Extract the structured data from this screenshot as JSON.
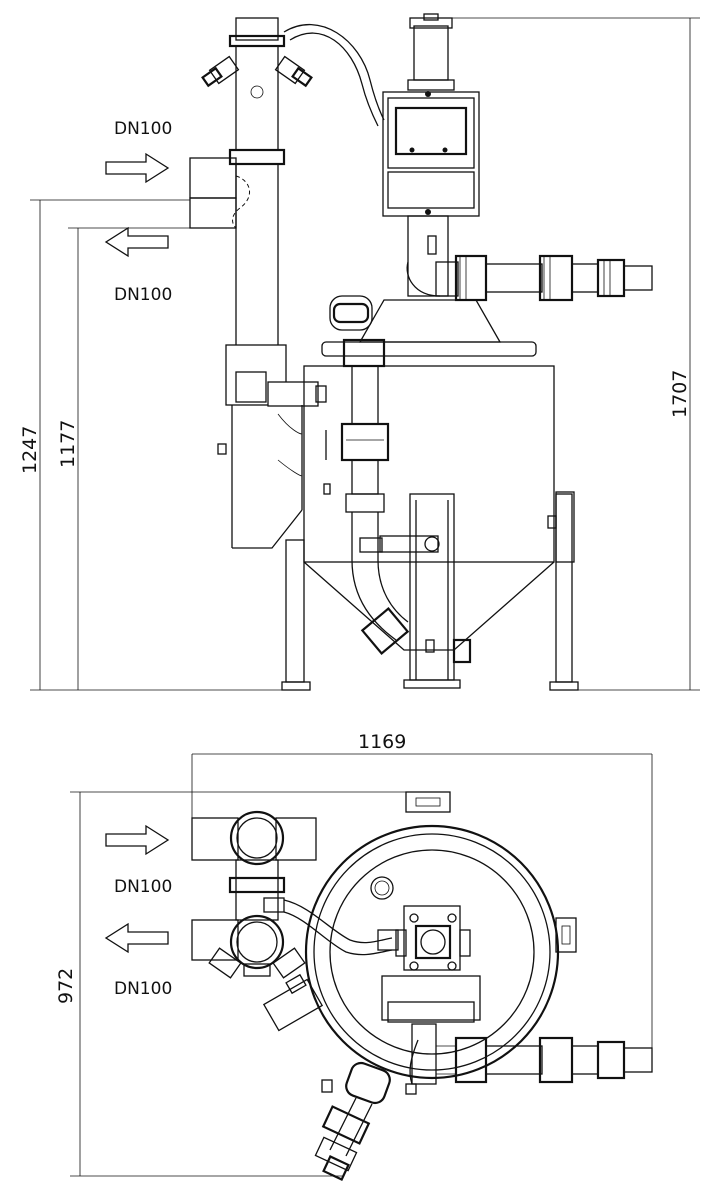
{
  "side_view": {
    "inlet_label": "DN100",
    "outlet_label": "DN100",
    "dim_height_total": "1707",
    "dim_height_inlet": "1247",
    "dim_height_outlet": "1177"
  },
  "top_view": {
    "inlet_label": "DN100",
    "outlet_label": "DN100",
    "dim_width": "1169",
    "dim_depth": "972"
  }
}
